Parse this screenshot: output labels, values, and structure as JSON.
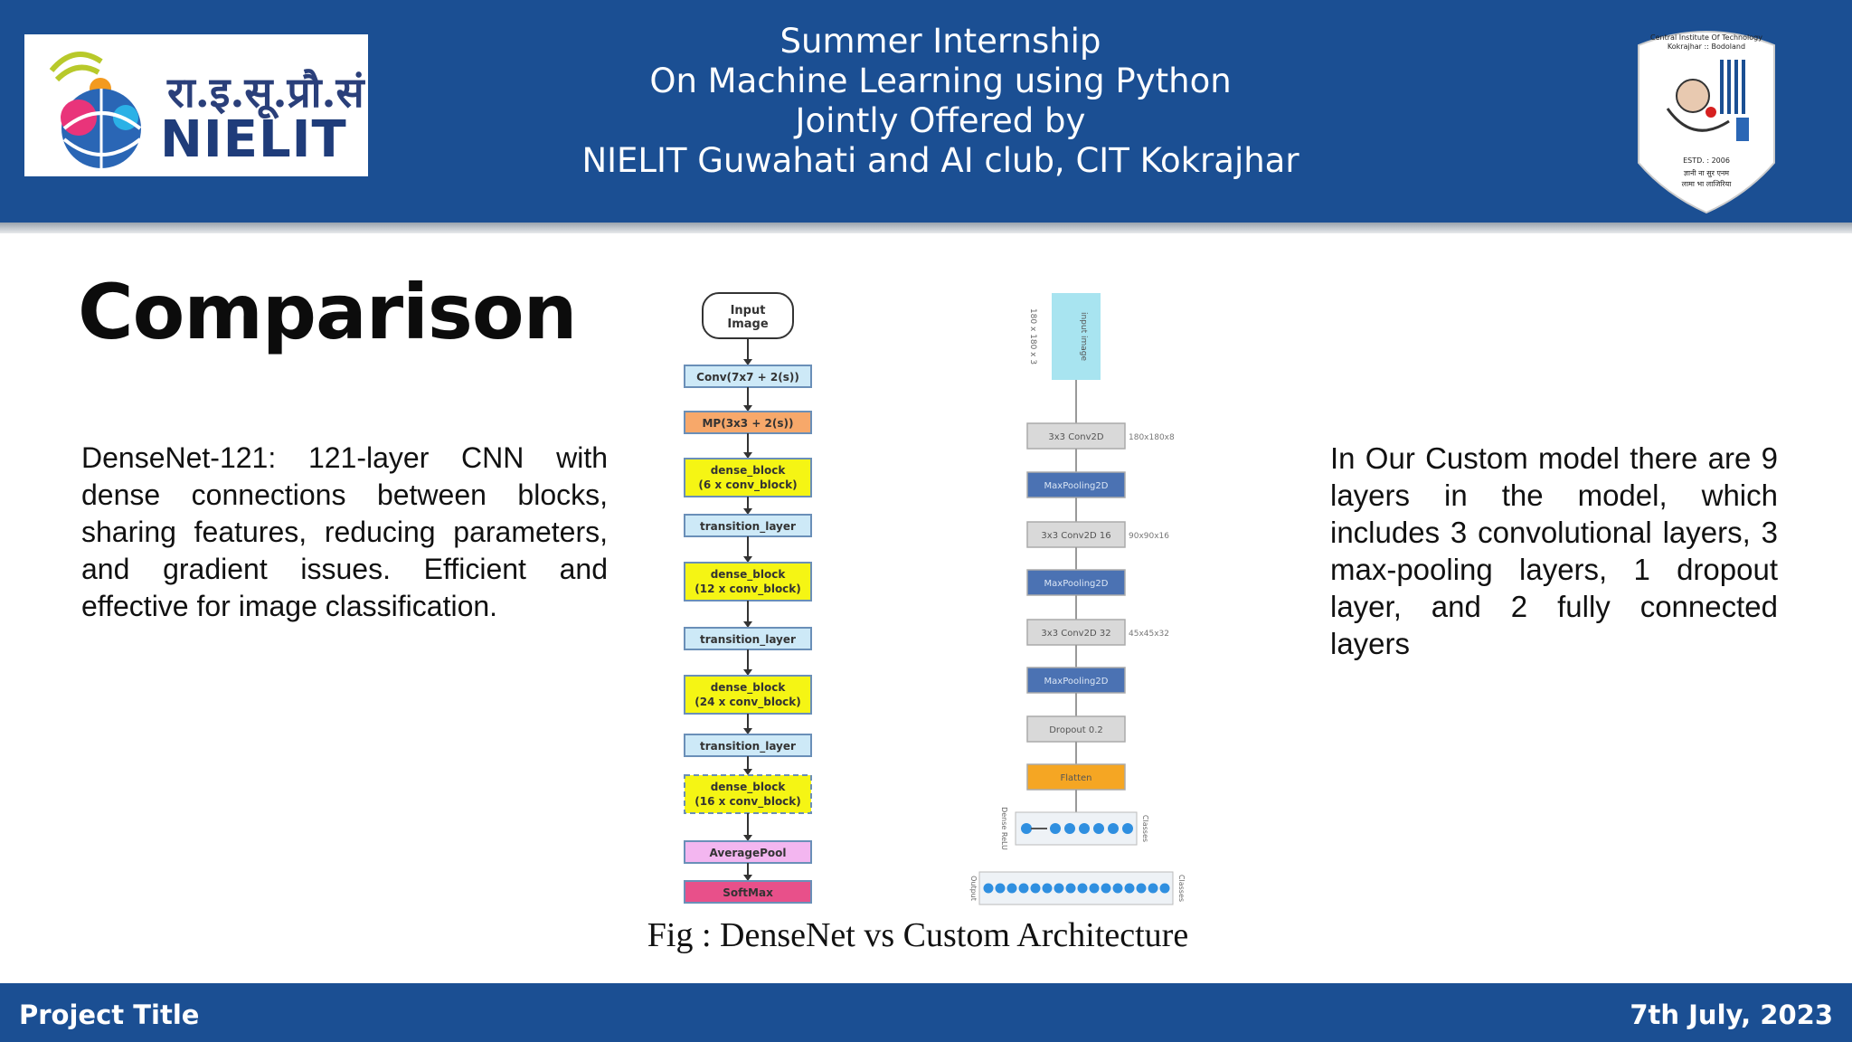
{
  "header": {
    "logo_hindi": "रा.इ.सू.प्रौ.सं",
    "logo_word": "NIELIT",
    "title_lines": [
      "Summer Internship",
      "On Machine Learning using Python",
      "Jointly Offered by",
      "NIELIT Guwahati and AI club, CIT Kokrajhar"
    ],
    "seal_texts": [
      "Central Institute Of Technology",
      "Kokrajhar :: Bodoland",
      "ESTD. : 2006",
      "ज्ञानी ना सुर एनम",
      "लामा भा लाजिरिया"
    ]
  },
  "slide": {
    "title": "Comparison",
    "left_text": "DenseNet-121: 121-layer CNN with dense connections between blocks, sharing features, reducing parameters, and gradient issues. Efficient and effective for image classification.",
    "right_text": "In Our Custom model there are 9 layers in the model, which includes 3 convolutional layers, 3 max-pooling layers, 1 dropout layer, and 2 fully connected layers",
    "caption": "Fig : DenseNet vs Custom Architecture"
  },
  "densenet": {
    "input": [
      "Input",
      "Image"
    ],
    "blocks": [
      {
        "lines": [
          "Conv(7x7 + 2(s))"
        ],
        "color": "#cde9f7"
      },
      {
        "lines": [
          "MP(3x3 + 2(s))"
        ],
        "color": "#f7a86a"
      },
      {
        "lines": [
          "dense_block",
          "(6 x conv_block)"
        ],
        "color": "#f5f514"
      },
      {
        "lines": [
          "transition_layer"
        ],
        "color": "#cde9f7"
      },
      {
        "lines": [
          "dense_block",
          "(12 x conv_block)"
        ],
        "color": "#f5f514"
      },
      {
        "lines": [
          "transition_layer"
        ],
        "color": "#cde9f7"
      },
      {
        "lines": [
          "dense_block",
          "(24 x conv_block)"
        ],
        "color": "#f5f514"
      },
      {
        "lines": [
          "transition_layer"
        ],
        "color": "#cde9f7"
      },
      {
        "lines": [
          "dense_block",
          "(16 x conv_block)"
        ],
        "color": "#f5f514"
      },
      {
        "lines": [
          "AveragePool"
        ],
        "color": "#f3b6f0"
      },
      {
        "lines": [
          "SoftMax"
        ],
        "color": "#e8508a"
      }
    ]
  },
  "custom": {
    "input_label": "input image",
    "input_dim": "180 x 180 x 3",
    "layers": [
      {
        "label": "3x3 Conv2D",
        "side": "180x180x8",
        "color": "#d9d9d9"
      },
      {
        "label": "MaxPooling2D",
        "side": "",
        "color": "#4b72b3"
      },
      {
        "label": "3x3 Conv2D 16",
        "side": "90x90x16",
        "color": "#d9d9d9"
      },
      {
        "label": "MaxPooling2D",
        "side": "",
        "color": "#4b72b3"
      },
      {
        "label": "3x3 Conv2D 32",
        "side": "45x45x32",
        "color": "#d9d9d9"
      },
      {
        "label": "MaxPooling2D",
        "side": "",
        "color": "#4b72b3"
      },
      {
        "label": "Dropout 0.2",
        "side": "",
        "color": "#d9d9d9"
      },
      {
        "label": "Flatten",
        "side": "",
        "color": "#f5a623"
      }
    ],
    "dense_left": "Dense ReLU",
    "dense_right": "Classes",
    "output_left": "Output",
    "output_right": "Classes"
  },
  "footer": {
    "left": "Project Title",
    "right": "7th July, 2023"
  }
}
